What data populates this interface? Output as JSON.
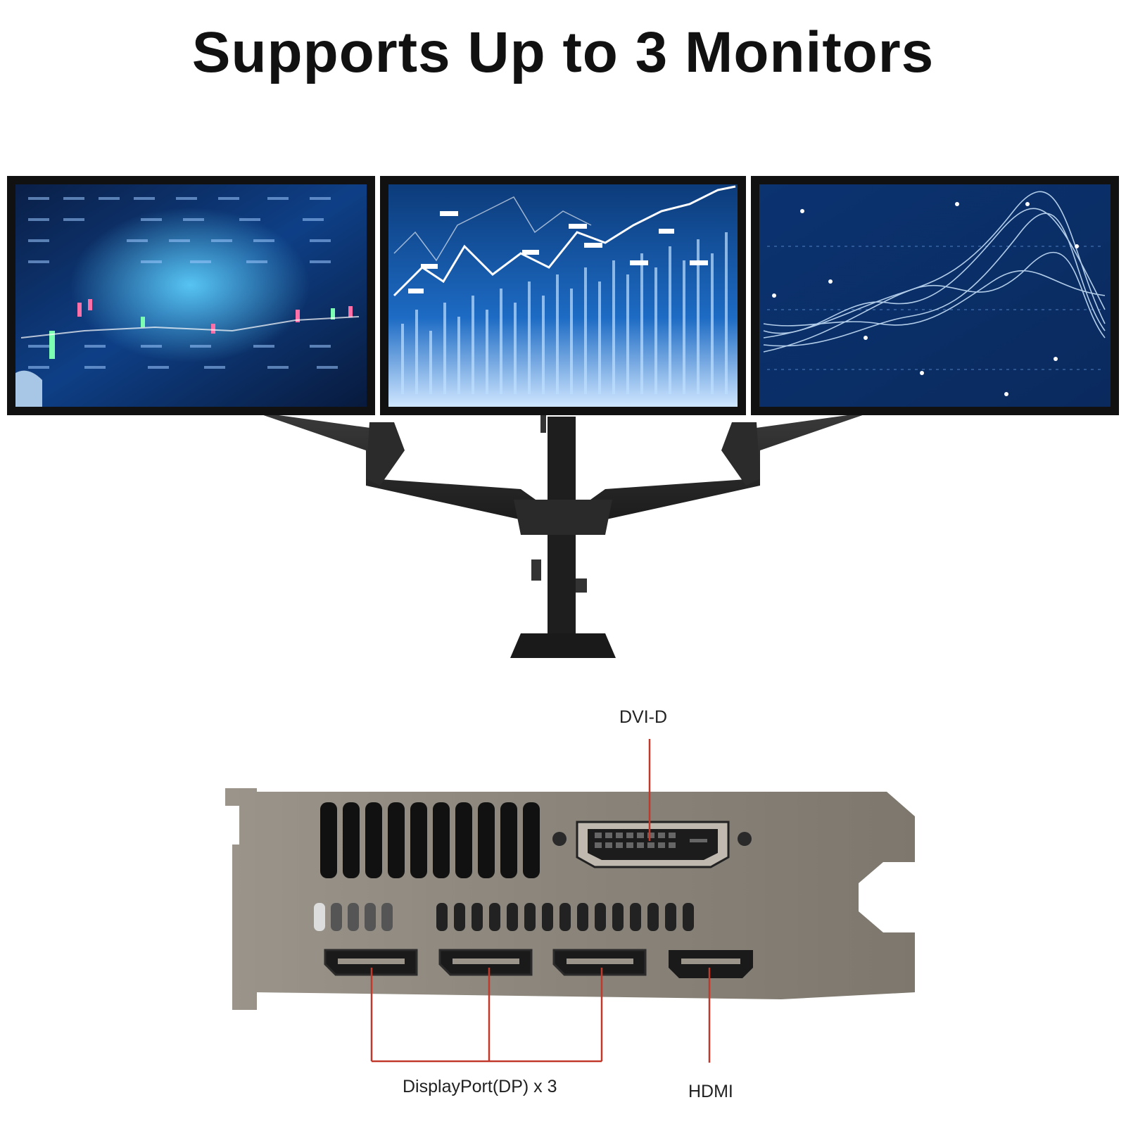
{
  "headline": "Supports Up to 3 Monitors",
  "ports": {
    "dvi_label": "DVI-D",
    "dp_label": "DisplayPort(DP) x 3",
    "hdmi_label": "HDMI"
  },
  "colors": {
    "screen_bg": "#0b2a5c",
    "screen_accent": "#3fa9ff",
    "mount": "#2a2a2a",
    "bracket": "#8d867c",
    "callout_line": "#c0392b"
  },
  "icons": [
    "monitor-icon",
    "monitor-arm-icon",
    "graphics-card-bracket-icon"
  ]
}
